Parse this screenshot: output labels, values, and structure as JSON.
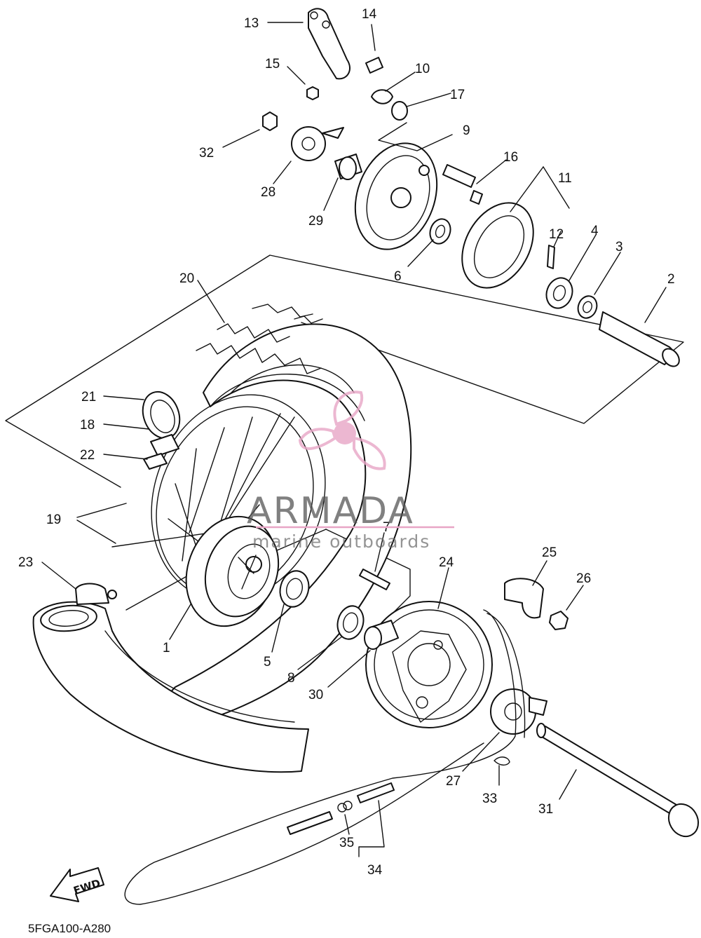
{
  "diagram": {
    "drawing_code": "5FGA100-A280",
    "direction_label": "FWD",
    "watermark": {
      "brand": "ARMADA",
      "tagline": "marine outboards",
      "brand_color": "#e8a6c6",
      "text_color": "#555555"
    },
    "callouts": [
      "1",
      "2",
      "3",
      "4",
      "5",
      "6",
      "7",
      "8",
      "9",
      "10",
      "11",
      "12",
      "13",
      "14",
      "15",
      "16",
      "17",
      "18",
      "19",
      "20",
      "21",
      "22",
      "23",
      "24",
      "25",
      "26",
      "27",
      "28",
      "29",
      "30",
      "31",
      "32",
      "33",
      "34",
      "35"
    ]
  }
}
